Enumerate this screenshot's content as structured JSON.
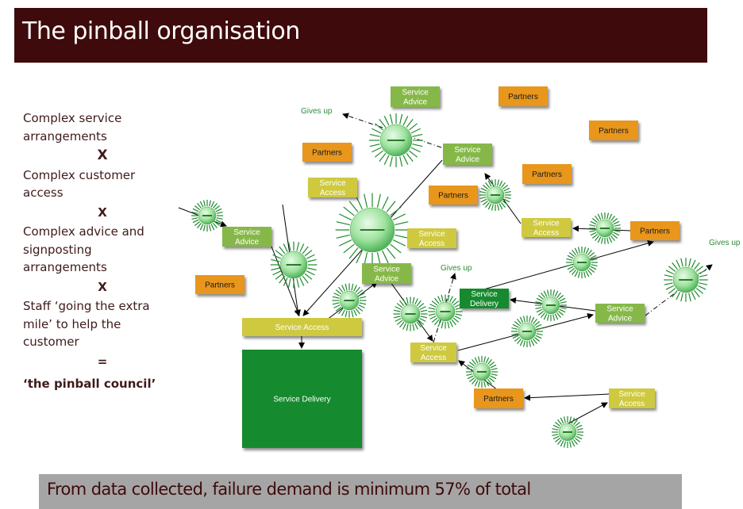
{
  "title": "The pinball organisation",
  "left_text": {
    "line1": "Complex service arrangements",
    "op1": "X",
    "line2": "Complex customer access",
    "op2": "X",
    "line3": "Complex advice and signposting arrangements",
    "op3": "X",
    "line4": "Staff ‘going the extra mile’ to help the customer",
    "op4": "=",
    "conclusion": "‘the pinball council’"
  },
  "footer": "From data collected, failure demand is minimum 57% of total",
  "colors": {
    "title_bg": "#3f0a0b",
    "partners": "#e8961a",
    "service_advice": "#86b84a",
    "service_access": "#cfc940",
    "service_delivery": "#128a2e",
    "footer_bg": "#a5a5a5",
    "gives_up": "#2e8b3a"
  },
  "diagram": {
    "nodes": [
      {
        "id": "adv_top",
        "type": "service_advice",
        "label": [
          "Service",
          "Advice"
        ]
      },
      {
        "id": "partners_1",
        "type": "partners",
        "label": [
          "Partners"
        ]
      },
      {
        "id": "partners_2",
        "type": "partners",
        "label": [
          "Partners"
        ]
      },
      {
        "id": "partners_3",
        "type": "partners",
        "label": [
          "Partners"
        ]
      },
      {
        "id": "adv_mid",
        "type": "service_advice",
        "label": [
          "Service",
          "Advice"
        ]
      },
      {
        "id": "partners_4",
        "type": "partners",
        "label": [
          "Partners"
        ]
      },
      {
        "id": "partners_5",
        "type": "partners",
        "label": [
          "Partners"
        ]
      },
      {
        "id": "acc_1",
        "type": "service_access",
        "label": [
          "Service",
          "Access"
        ]
      },
      {
        "id": "acc_right",
        "type": "service_access",
        "label": [
          "Service",
          "Access"
        ]
      },
      {
        "id": "partners_right",
        "type": "partners",
        "label": [
          "Partners"
        ]
      },
      {
        "id": "adv_left",
        "type": "service_advice",
        "label": [
          "Service",
          "Advice"
        ]
      },
      {
        "id": "acc_2",
        "type": "service_access",
        "label": [
          "Service",
          "Access"
        ]
      },
      {
        "id": "partners_left",
        "type": "partners",
        "label": [
          "Partners"
        ]
      },
      {
        "id": "adv_center",
        "type": "service_advice",
        "label": [
          "Service",
          "Advice"
        ]
      },
      {
        "id": "deliv_small",
        "type": "service_delivery",
        "label": [
          "Service",
          "Delivery"
        ]
      },
      {
        "id": "adv_right",
        "type": "service_advice",
        "label": [
          "Service",
          "Advice"
        ]
      },
      {
        "id": "main_access",
        "type": "service_access",
        "label": [
          "Service Access"
        ]
      },
      {
        "id": "acc_lower",
        "type": "service_access",
        "label": [
          "Service",
          "Access"
        ]
      },
      {
        "id": "main_delivery",
        "type": "service_delivery",
        "label": [
          "Service Delivery"
        ]
      },
      {
        "id": "partners_bottom",
        "type": "partners",
        "label": [
          "Partners"
        ]
      },
      {
        "id": "acc_bottom",
        "type": "service_access",
        "label": [
          "Service",
          "Access"
        ]
      }
    ],
    "gives_up": [
      {
        "id": "gu_top",
        "label": "Gives up"
      },
      {
        "id": "gu_mid",
        "label": "Gives up"
      },
      {
        "id": "gu_right",
        "label": "Gives up"
      }
    ]
  }
}
